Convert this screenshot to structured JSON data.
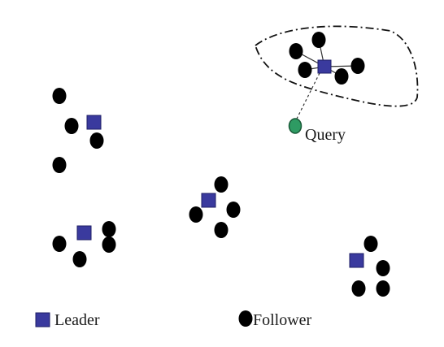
{
  "labels": {
    "query": "Query",
    "legend_leader": "Leader",
    "legend_follower": "Follower"
  },
  "colors": {
    "leader": "#3a3a9e",
    "leader_stroke": "#1e1e66",
    "follower": "#000000",
    "query": "#2e9b63",
    "query_stroke": "#1a5a38",
    "line": "#333333"
  }
}
